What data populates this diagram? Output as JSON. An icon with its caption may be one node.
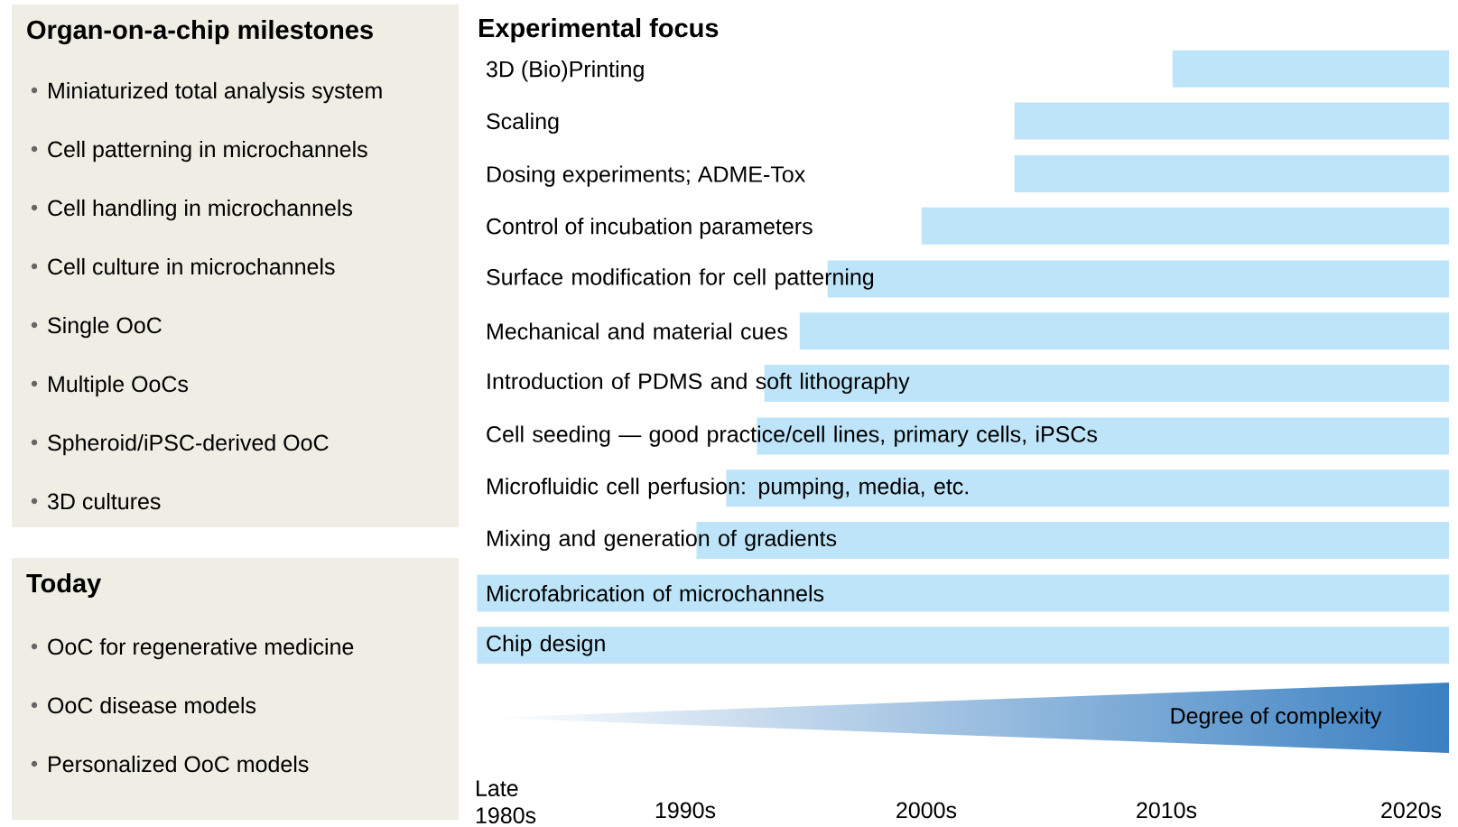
{
  "diagram": {
    "nodes": [
      {
        "text": [
          "Organ-on-a-chip milestones",
          "Miniaturized total analysis system",
          "Cell patterning in microchannels",
          "Cell handling in microchannels",
          "Cell culture in microchannels",
          "Single OoC",
          "Multiple OoCs",
          "Spheroid/iPSC-derived OoC",
          "3D cultures"
        ]
      },
      {
        "text": [
          "Today",
          "OoC for regenerative medicine",
          "OoC disease models",
          "Personalized OoC models"
        ]
      },
      {
        "text": [],
        "shape": "bar"
      },
      {
        "text": [],
        "shape": "bar"
      },
      {
        "text": [],
        "shape": "bar"
      },
      {
        "text": [],
        "shape": "bar"
      },
      {
        "text": [
          "Surface modification for cell patterning"
        ]
      },
      {
        "text": [
          "Mechanical and material cues"
        ]
      },
      {
        "text": [
          "Introduction of PDMS and soft lithography"
        ]
      },
      {
        "text": [
          "Cell seeding — good practice/cell lines, primary cells, iPSCs"
        ]
      },
      {
        "text": [
          "Microfluidic cell perfusion: pumping, media, etc."
        ]
      },
      {
        "text": [
          "Mixing and generation of gradients"
        ]
      },
      {
        "text": [
          "Microfabrication of microchannels"
        ]
      },
      {
        "text": [
          "Chip design"
        ]
      },
      {
        "text": [
          "Degree of complexity"
        ]
      }
    ],
    "labels": [
      "Experimental focus",
      "3D (Bio)Printing",
      "Scaling",
      "Dosing experiments; ADME-Tox",
      "Control of incubation parameters",
      "Late 1980s",
      "1990s",
      "2000s",
      "2010s",
      "2020s"
    ]
  }
}
